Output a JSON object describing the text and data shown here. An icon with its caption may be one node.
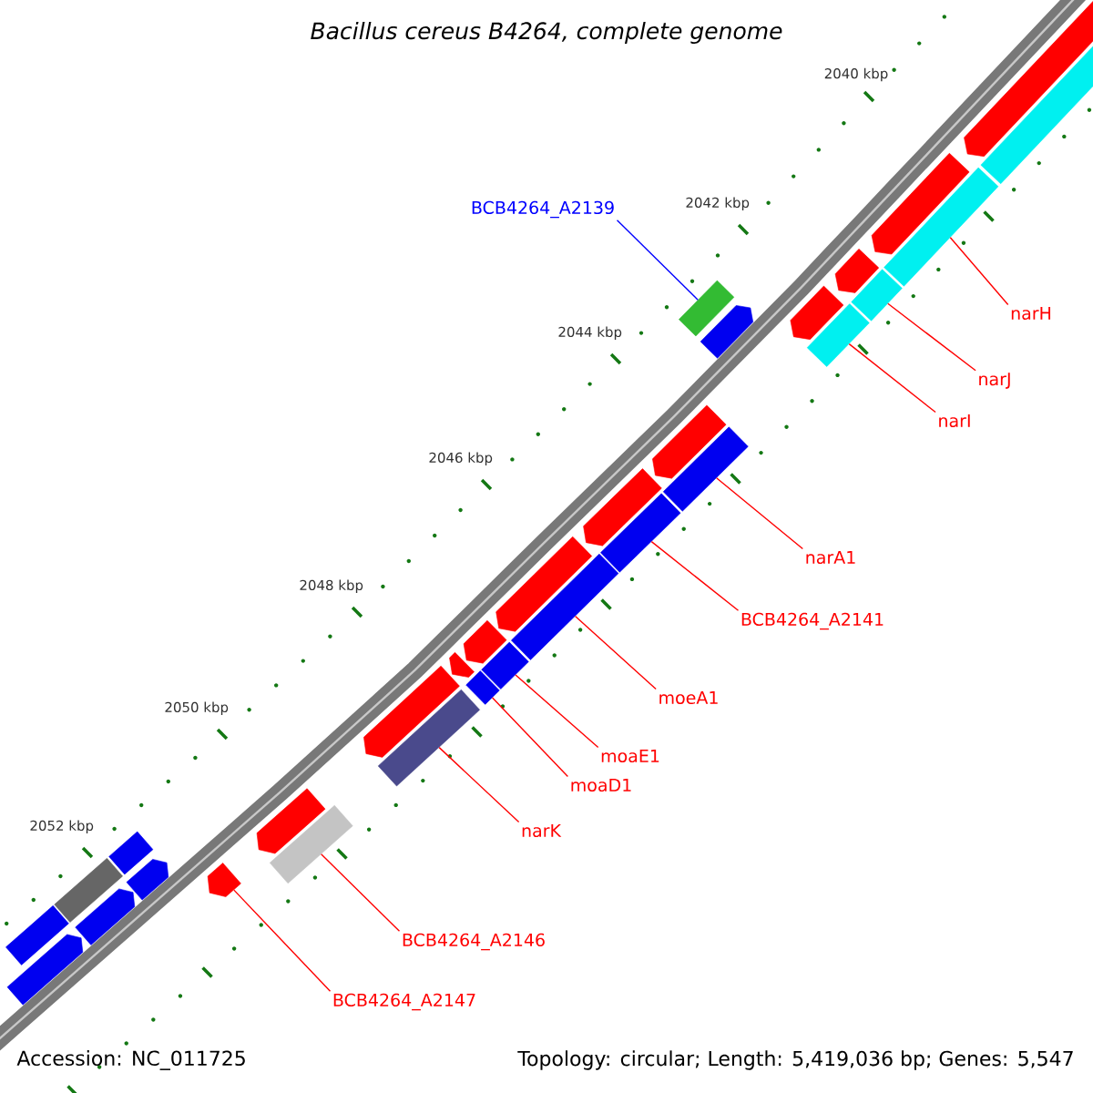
{
  "diagram": {
    "title": "Bacillus cereus B4264, complete genome",
    "nodes": [
      {
        "text": [
          "BCB4264_A2139"
        ]
      },
      {
        "text": [
          "narH"
        ]
      },
      {
        "text": [
          "narJ"
        ]
      },
      {
        "text": [
          "narI"
        ]
      },
      {
        "text": [
          "narA1"
        ]
      },
      {
        "text": [
          "BCB4264_A2141"
        ]
      },
      {
        "text": [
          "moeA1"
        ]
      },
      {
        "text": [
          "moaE1"
        ]
      },
      {
        "text": [
          "moaD1"
        ]
      },
      {
        "text": [
          "narK"
        ]
      },
      {
        "text": [
          "BCB4264_A2146"
        ]
      },
      {
        "text": [
          "BCB4264_A2147"
        ]
      },
      {
        "text": [],
        "shape": "bar"
      },
      {
        "text": [],
        "shape": "bar"
      },
      {
        "text": [],
        "shape": "bar"
      },
      {
        "text": [],
        "shape": "bar"
      },
      {
        "text": [],
        "shape": "bar"
      },
      {
        "text": [],
        "shape": "bar"
      },
      {
        "text": [],
        "shape": "bar"
      },
      {
        "text": [],
        "shape": "bar"
      },
      {
        "text": [],
        "shape": "bar"
      },
      {
        "text": [],
        "shape": "bar"
      },
      {
        "text": [],
        "shape": "bar"
      },
      {
        "text": [],
        "shape": "bar"
      },
      {
        "text": [],
        "shape": "bar"
      },
      {
        "text": [],
        "shape": "bar"
      },
      {
        "text": [],
        "shape": "bar"
      },
      {
        "text": [],
        "shape": "bar"
      },
      {
        "text": [],
        "shape": "bar"
      },
      {
        "text": [],
        "shape": "bar"
      },
      {
        "text": [],
        "shape": "bar"
      },
      {
        "text": [],
        "shape": "bar"
      },
      {
        "text": [],
        "shape": "bar"
      },
      {
        "text": [],
        "shape": "bar"
      },
      {
        "text": [],
        "shape": "bar"
      },
      {
        "text": [],
        "shape": "bar"
      },
      {
        "text": [],
        "shape": "bar"
      },
      {
        "text": [],
        "shape": "bar"
      },
      {
        "text": [],
        "shape": "bar"
      },
      {
        "text": [],
        "shape": "bar"
      },
      {
        "text": [],
        "shape": "bar"
      },
      {
        "text": [],
        "shape": "bar"
      },
      {
        "text": [],
        "shape": "bar"
      }
    ],
    "edges": [
      {
        "from": 0,
        "to": 20,
        "arrow": "none",
        "color": "#0000ff"
      },
      {
        "from": 1,
        "to": 15,
        "arrow": "none"
      },
      {
        "from": 2,
        "to": 17,
        "arrow": "none"
      },
      {
        "from": 3,
        "to": 19,
        "arrow": "none"
      },
      {
        "from": 4,
        "to": 23,
        "arrow": "none"
      },
      {
        "from": 5,
        "to": 25,
        "arrow": "none"
      },
      {
        "from": 6,
        "to": 27,
        "arrow": "none"
      },
      {
        "from": 7,
        "to": 29,
        "arrow": "none"
      },
      {
        "from": 8,
        "to": 31,
        "arrow": "none"
      },
      {
        "from": 9,
        "to": 33,
        "arrow": "none"
      },
      {
        "from": 10,
        "to": 35,
        "arrow": "none"
      },
      {
        "from": 11,
        "to": 36,
        "arrow": "none"
      }
    ],
    "labels": [
      "2040 kbp",
      "2042 kbp",
      "2044 kbp",
      "2046 kbp",
      "2048 kbp",
      "2050 kbp",
      "2052 kbp",
      "Accession: NC_011725",
      "Topology: circular; Length: 5,419,036 bp; Genes: 5,547"
    ]
  }
}
